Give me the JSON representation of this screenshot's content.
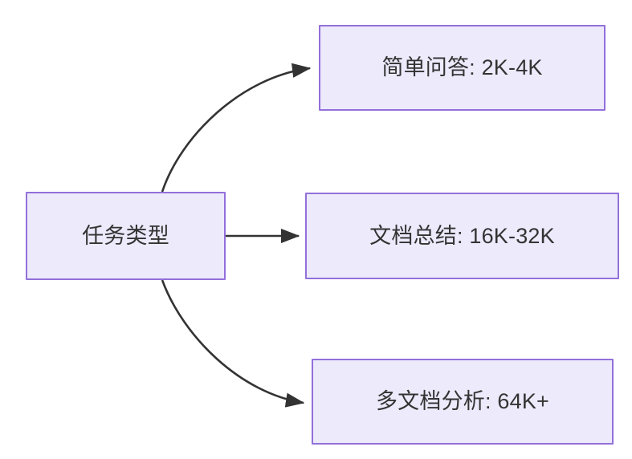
{
  "diagram": {
    "type": "flowchart",
    "direction": "left-to-right",
    "background_color": "#ffffff",
    "node_fill_color": "#ECEAFB",
    "node_border_color": "#9370DB",
    "node_text_color": "#333333",
    "edge_color": "#333333",
    "nodes": [
      {
        "id": "root",
        "label": "任务类型"
      },
      {
        "id": "simple_qa",
        "label": "简单问答: 2K-4K"
      },
      {
        "id": "doc_summary",
        "label": "文档总结: 16K-32K"
      },
      {
        "id": "multi_doc",
        "label": "多文档分析: 64K+"
      }
    ],
    "edges": [
      {
        "from": "root",
        "to": "simple_qa",
        "label": "",
        "style": "curved-arrow"
      },
      {
        "from": "root",
        "to": "doc_summary",
        "label": "",
        "style": "straight-arrow"
      },
      {
        "from": "root",
        "to": "multi_doc",
        "label": "",
        "style": "curved-arrow"
      }
    ]
  }
}
